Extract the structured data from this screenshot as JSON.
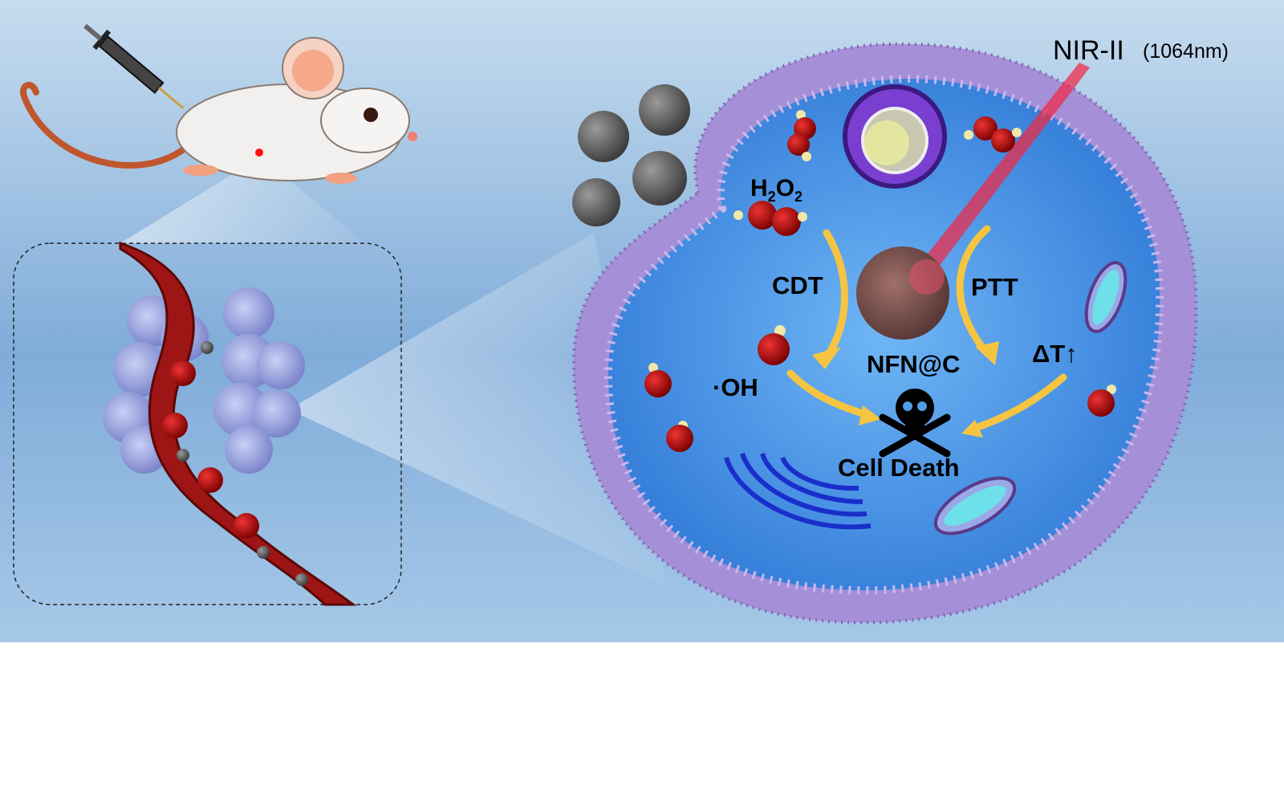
{
  "labels": {
    "laser": "NIR-II",
    "wavelength": "(1064nm)",
    "h2o2_h": "H",
    "h2o2_sub1": "2",
    "h2o2_o": "O",
    "h2o2_sub2": "2",
    "cdt": "CDT",
    "ptt": "PTT",
    "nanoparticle": "NFN@C",
    "hydroxyl": "·OH",
    "temperature": "ΔT↑",
    "cell_death": "Cell Death"
  },
  "colors": {
    "background_top": "#c6dcef",
    "background_bottom": "#9cc2e6",
    "membrane": "#a58fd6",
    "cytoplasm": "#4f9be8",
    "vessel": "#9e1515",
    "arrow": "#f5c542",
    "laser": "#e01a3a"
  }
}
